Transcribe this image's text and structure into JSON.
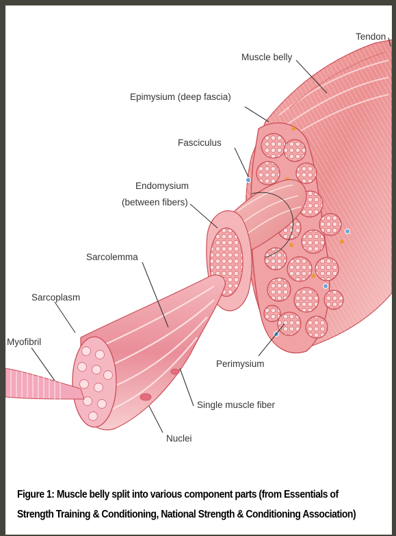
{
  "labels": {
    "tendon": "Tendon",
    "muscle_belly": "Muscle belly",
    "epimysium": "Epimysium (deep fascia)",
    "fasciculus": "Fasciculus",
    "endomysium_line1": "Endomysium",
    "endomysium_line2": "(between fibers)",
    "sarcolemma": "Sarcolemma",
    "sarcoplasm": "Sarcoplasm",
    "myofibril": "Myofibril",
    "perimysium": "Perimysium",
    "single_muscle_fiber": "Single muscle fiber",
    "nuclei": "Nuclei"
  },
  "caption": {
    "line1": "Figure 1: Muscle belly split into various component parts (from Essentials of",
    "line2": "Strength Training & Conditioning, National Strength & Conditioning Association)"
  },
  "colors": {
    "muscle_light": "#f7c3c3",
    "muscle_mid": "#ee9a9a",
    "muscle_dark": "#d86868",
    "outline": "#c94b55",
    "background": "#ffffff",
    "border": "#44443c"
  }
}
